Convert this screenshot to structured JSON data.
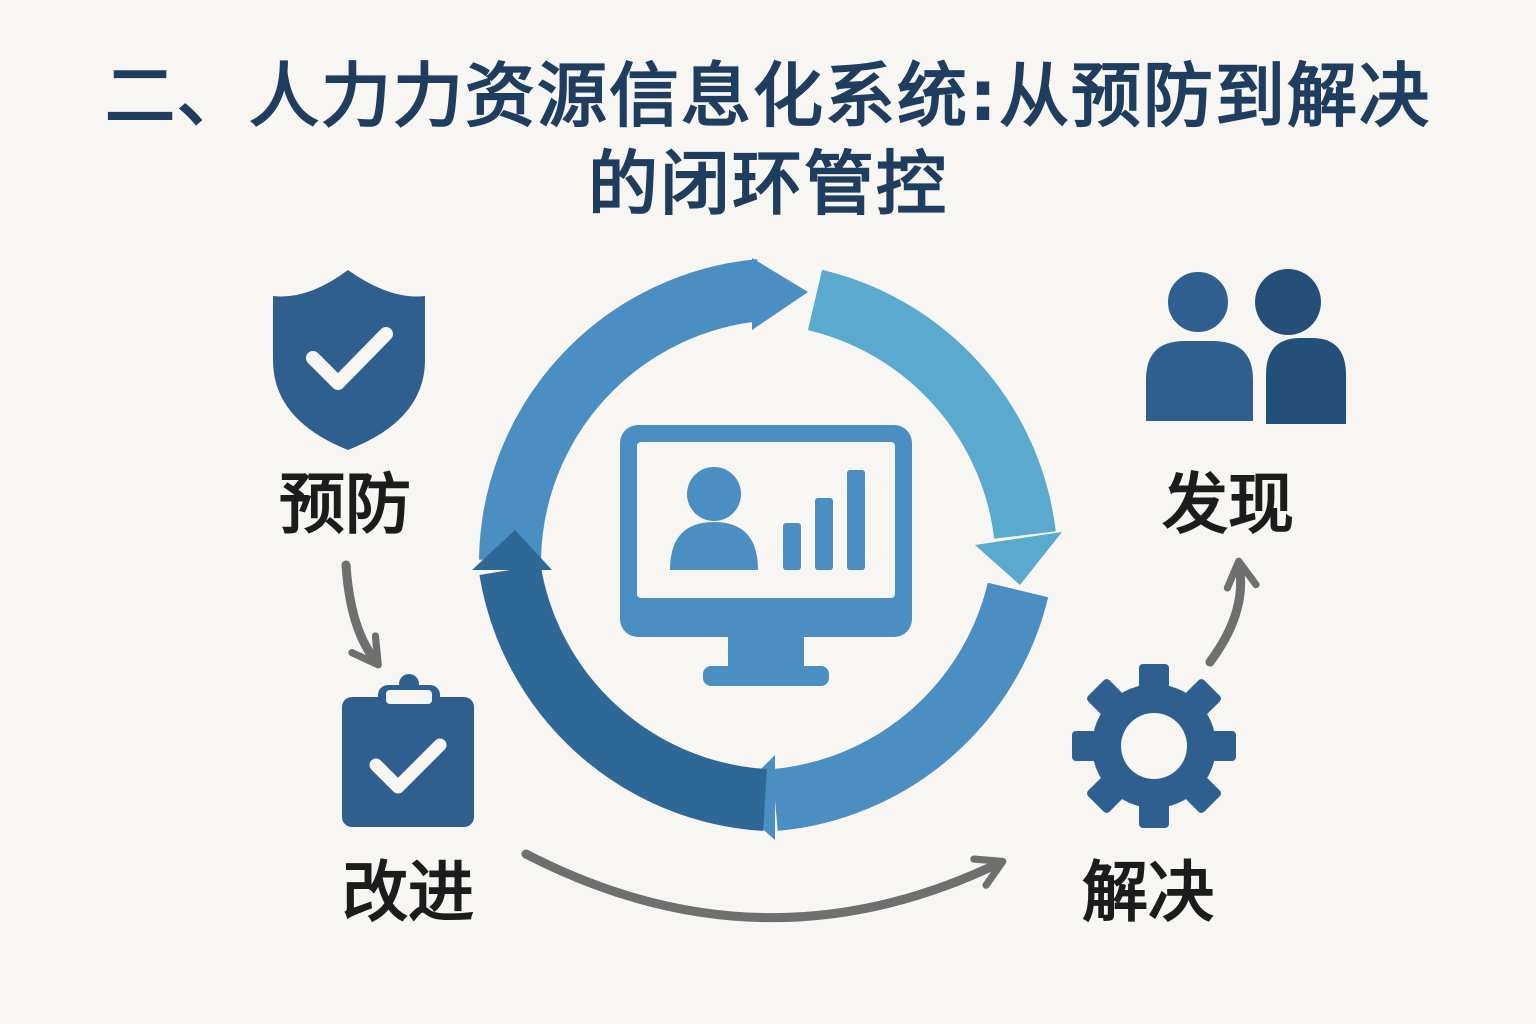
{
  "title": {
    "line1": "二、人力力资源信息化系统:从预防到解决",
    "line2": "的闭环管控"
  },
  "stages": {
    "prevent": "预防",
    "improve": "改进",
    "resolve": "解决",
    "discover": "发现"
  },
  "icons": {
    "prevent": "shield-check-icon",
    "improve": "clipboard-check-icon",
    "resolve": "gear-icon",
    "discover": "two-users-icon",
    "center": "monitor-dashboard-icon"
  },
  "colors": {
    "title": "#1f3d5f",
    "icon_dark": "#2f5f8f",
    "cycle_light": "#5aa9cf",
    "cycle_mid": "#4a8ec2",
    "cycle_dark": "#2e6896",
    "connector": "#6f6f6f"
  }
}
